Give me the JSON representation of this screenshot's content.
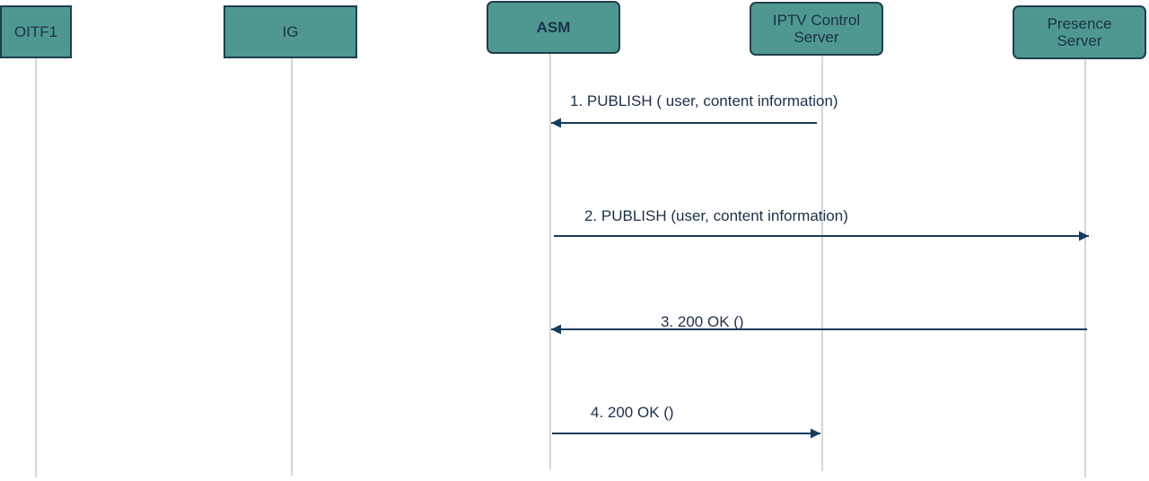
{
  "colors": {
    "box_fill": "#4f9891",
    "box_border": "#1f3f4a",
    "text": "#1b3148",
    "arrow": "#163b5c",
    "lifeline": "#c8c8c8"
  },
  "entities": [
    {
      "id": "oitf1",
      "label": "OITF1"
    },
    {
      "id": "ig",
      "label": "IG"
    },
    {
      "id": "asm",
      "label": "ASM"
    },
    {
      "id": "iptv",
      "label": "IPTV Control\nServer"
    },
    {
      "id": "presence",
      "label": "Presence\nServer"
    }
  ],
  "messages": [
    {
      "label": "1. PUBLISH ( user, content information)",
      "from": "iptv",
      "to": "asm"
    },
    {
      "label": "2. PUBLISH (user, content information)",
      "from": "asm",
      "to": "presence"
    },
    {
      "label": "3. 200 OK ()",
      "from": "presence",
      "to": "asm"
    },
    {
      "label": "4. 200 OK ()",
      "from": "asm",
      "to": "iptv"
    }
  ]
}
